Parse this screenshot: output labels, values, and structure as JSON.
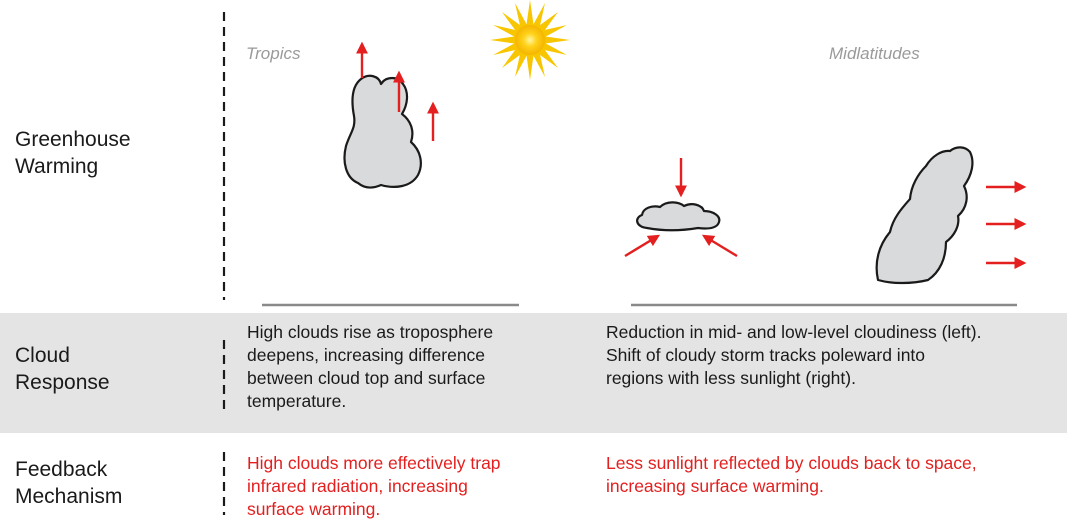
{
  "rows": {
    "greenhouse": "Greenhouse\nWarming",
    "cloud_response": "Cloud\nResponse",
    "feedback": "Feedback\nMechanism"
  },
  "regions": {
    "tropics": "Tropics",
    "midlatitudes": "Midlatitudes"
  },
  "cloud_response_text": {
    "tropics": "High clouds rise as troposphere\ndeepens, increasing difference\nbetween cloud top and surface\ntemperature.",
    "midlatitudes": "Reduction in mid- and low-level cloudiness (left).\nShift of cloudy storm tracks poleward into\nregions with less sunlight (right)."
  },
  "feedback_text": {
    "tropics": "High clouds more effectively trap\ninfrared radiation, increasing\nsurface warming.",
    "midlatitudes": "Less sunlight reflected by clouds back to space,\nincreasing surface warming."
  },
  "colors": {
    "arrow": "#e3201f",
    "cloud_fill": "#d9dadb",
    "band": "#e4e4e5",
    "feedback_text": "#e3201f",
    "sun_outer": "#f7c600",
    "sun_inner": "#fff27a"
  },
  "icons": [
    "sun-icon",
    "tropical-cloud-icon",
    "low-cloud-icon",
    "storm-cloud-icon",
    "arrow-icon"
  ]
}
